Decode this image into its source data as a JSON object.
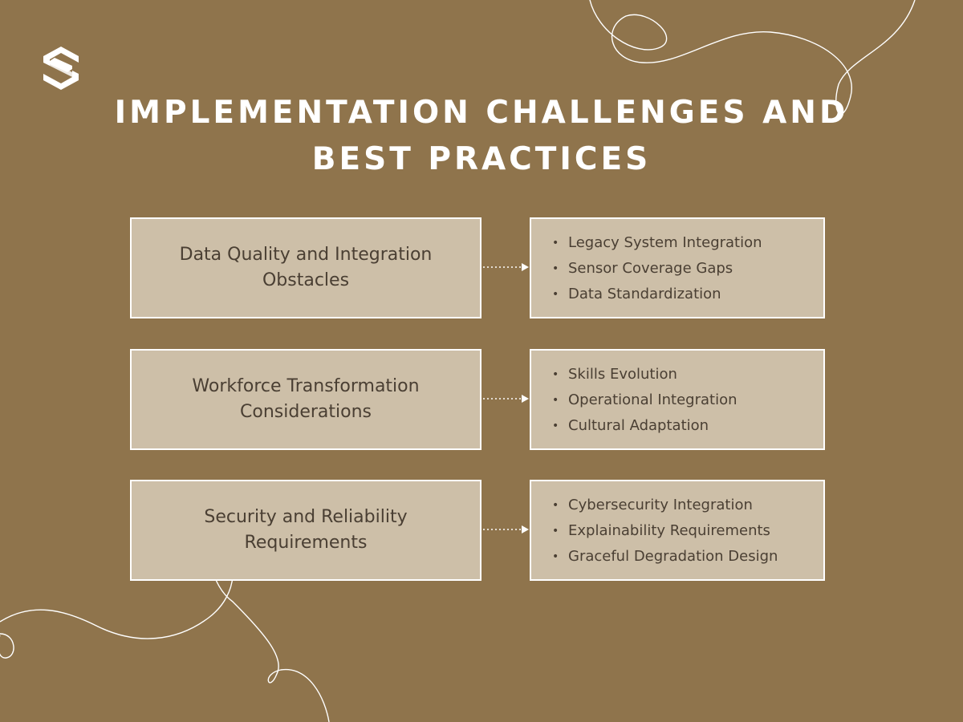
{
  "colors": {
    "background": "#8f744c",
    "box_fill": "#cdbfa8",
    "box_border": "#ffffff",
    "text_dark": "#4a3f33",
    "title": "#ffffff"
  },
  "logo": {
    "icon": "s-logo-icon"
  },
  "title": {
    "line1": "IMPLEMENTATION CHALLENGES AND",
    "line2": "BEST PRACTICES"
  },
  "rows": [
    {
      "challenge": "Data Quality and Integration Obstacles",
      "practices": [
        "Legacy System Integration",
        "Sensor Coverage Gaps",
        "Data Standardization"
      ]
    },
    {
      "challenge": "Workforce Transformation Considerations",
      "practices": [
        "Skills Evolution",
        "Operational Integration",
        "Cultural Adaptation"
      ]
    },
    {
      "challenge": "Security and Reliability Requirements",
      "practices": [
        "Cybersecurity Integration",
        "Explainability Requirements",
        "Graceful Degradation Design"
      ]
    }
  ],
  "bullet": "•"
}
